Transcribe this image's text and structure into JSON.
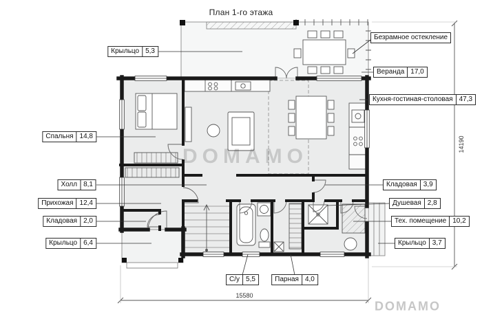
{
  "title": "План 1-го этажа",
  "watermark": {
    "center": "DOMAMO",
    "corner": "DOMAMO"
  },
  "annotations": {
    "glazing": "Безрамное остекление"
  },
  "rooms": {
    "porch_top": {
      "name": "Крыльцо",
      "area": "5,3"
    },
    "veranda": {
      "name": "Веранда",
      "area": "17,0"
    },
    "kitchen_living_dining": {
      "name": "Кухня-гостиная-столовая",
      "area": "47,3"
    },
    "bedroom": {
      "name": "Спальня",
      "area": "14,8"
    },
    "hall": {
      "name": "Холл",
      "area": "8,1"
    },
    "entry_hall": {
      "name": "Прихожая",
      "area": "12,4"
    },
    "storage_small": {
      "name": "Кладовая",
      "area": "2,0"
    },
    "porch_left": {
      "name": "Крыльцо",
      "area": "6,4"
    },
    "storage_right": {
      "name": "Кладовая",
      "area": "3,9"
    },
    "shower": {
      "name": "Душевая",
      "area": "2,8"
    },
    "tech_room": {
      "name": "Тех. помещение",
      "area": "10,2"
    },
    "porch_right": {
      "name": "Крыльцо",
      "area": "3,7"
    },
    "bathroom": {
      "name": "С/у",
      "area": "5,5"
    },
    "steam_room": {
      "name": "Парная",
      "area": "4,0"
    }
  },
  "dimensions": {
    "width_mm": "15580",
    "height_mm": "14190"
  }
}
